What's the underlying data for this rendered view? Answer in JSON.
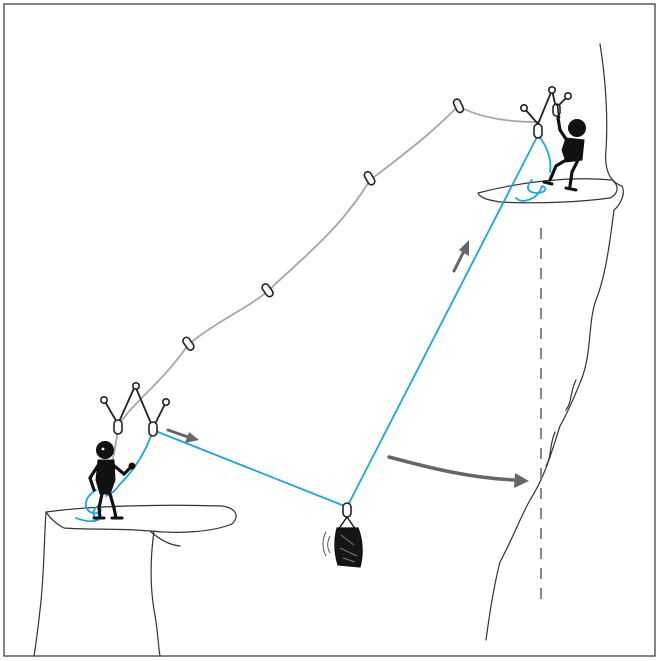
{
  "figure": {
    "palette": {
      "lead_rope": "#a6a6a6",
      "haul_line": "#1aa6e0",
      "ink": "#222222",
      "motion_arrow": "#666666",
      "plumb_line": "#888888"
    },
    "elements": [
      "cliff-outline",
      "lower-belay-ledge",
      "upper-belay-ledge",
      "lower-anchor",
      "upper-anchor",
      "lead-rope-with-protection",
      "haul-line",
      "haul-bag",
      "lower-climber",
      "upper-climber",
      "haul-direction-arrow",
      "release-direction-arrow",
      "bag-swing-arrow",
      "plumb-line"
    ]
  }
}
